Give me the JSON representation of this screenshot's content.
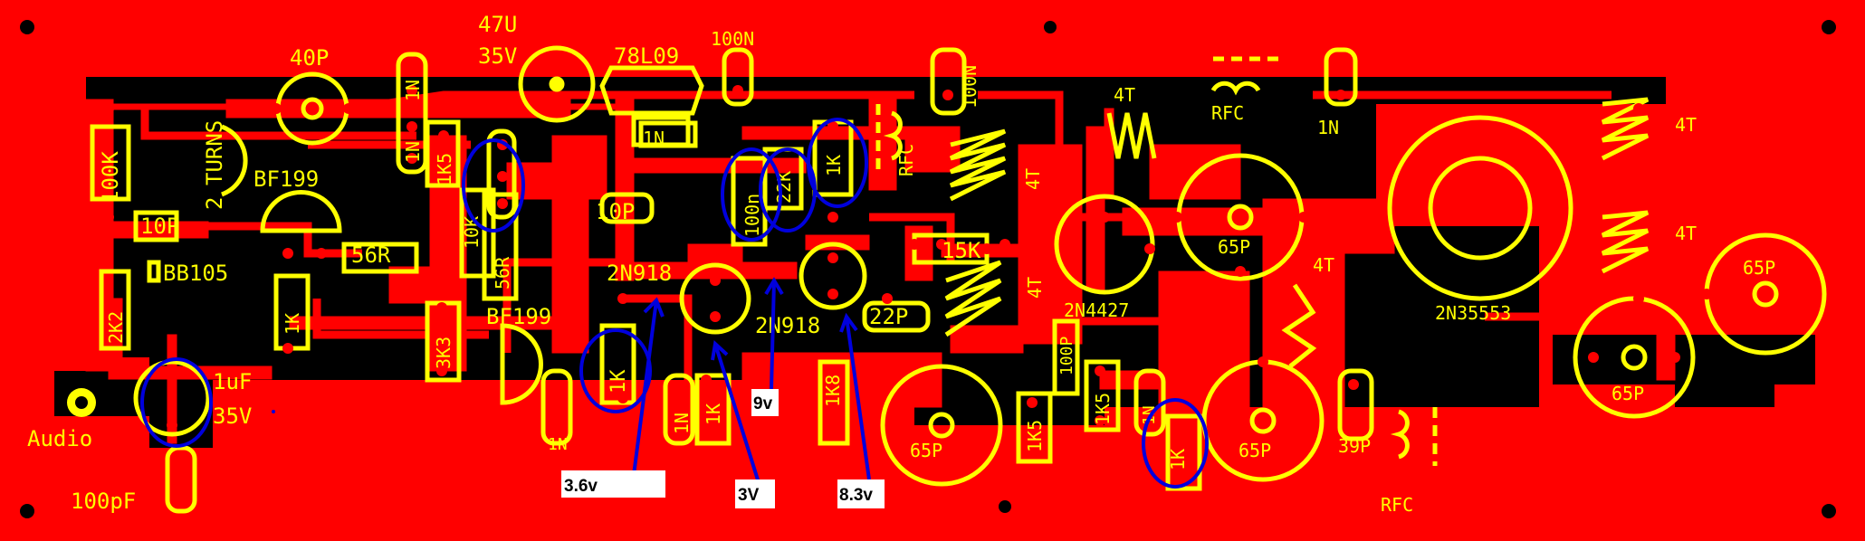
{
  "colors": {
    "board": "#ff0000",
    "copper_fill": "#000000",
    "trace": "#ff0000",
    "silkscreen": "#ffff00",
    "annotation": "#0000dd",
    "label_box": "#ffffff"
  },
  "silkscreen_labels": {
    "c_47u": "47U",
    "c_47u_v": "35V",
    "c_40p": "40P",
    "reg": "78L09",
    "c_100n_top": "100N",
    "c_100n_side": "100N",
    "c_1n_a": "1N",
    "c_1n_b": "1N",
    "c_1n_c": "1N",
    "c_1n_d": "1N",
    "c_1n_right": "1N",
    "c_1n_bottom": "1N",
    "c_1n_mid": "1N",
    "r_1k5_a": "1K5",
    "r_1k5_b": "1K5",
    "r_1k5_c": "1K5",
    "r_100k": "100K",
    "coil_turns_a": "TURNS",
    "coil_turns_b": "2",
    "t_bf199_a": "BF199",
    "t_bf199_b": "BF199",
    "c_10p_a": "10P",
    "c_10p_b": "10P",
    "d_bb105": "BB105",
    "r_56r_a": "56R",
    "r_56r_b": "56R",
    "r_10k": "10K",
    "r_2k2": "2K2",
    "r_1k_a": "1K",
    "r_1k_b": "1K",
    "r_1k_c": "1K",
    "r_1k_d": "1K",
    "r_1k_e": "1K",
    "r_3k3": "3K3",
    "c_1uf": "1uF",
    "c_1uf_v": "35V",
    "audio": "Audio",
    "c_100pf": "100pF",
    "t_2n918_a": "2N918",
    "t_2n918_b": "2N918",
    "c_100n_mid": "100n",
    "r_22k": "22K",
    "rfc_a": "RFC",
    "rfc_b": "RFC",
    "rfc_c": "RFC",
    "r_15k": "15K",
    "c_22p": "22P",
    "r_1k8": "1K8",
    "c_100p": "100P",
    "t_2n4427": "2N4427",
    "coil_4t_a": "4T",
    "coil_4t_b": "4T",
    "coil_4t_c": "4T",
    "coil_4t_d": "4T",
    "coil_4t_e": "4T",
    "coil_4t_f": "4T",
    "c_65p_a": "65P",
    "c_65p_b": "65P",
    "c_65p_c": "65P",
    "c_65p_d": "65P",
    "c_65p_e": "65P",
    "t_2n35553": "2N35553",
    "c_39p": "39P"
  },
  "voltage_annotations": {
    "v1": "3.6v",
    "v2": "3V",
    "v3": "9v",
    "v4": "8.3v"
  }
}
